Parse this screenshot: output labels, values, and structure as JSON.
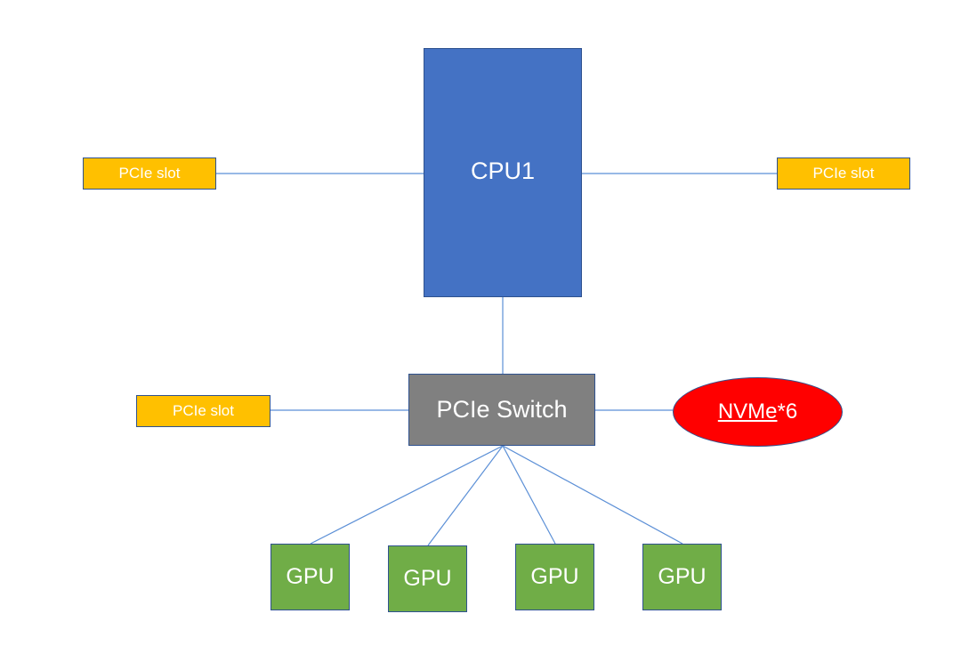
{
  "nodes": {
    "cpu": {
      "label": "CPU1"
    },
    "slot_left_top": {
      "label": "PCIe slot"
    },
    "slot_right_top": {
      "label": "PCIe slot"
    },
    "slot_left_mid": {
      "label": "PCIe slot"
    },
    "switch": {
      "label": "PCIe Switch"
    },
    "nvme": {
      "label_main": "NVMe",
      "label_suffix": "*6"
    },
    "gpus": [
      {
        "label": "GPU"
      },
      {
        "label": "GPU"
      },
      {
        "label": "GPU"
      },
      {
        "label": "GPU"
      }
    ]
  },
  "colors": {
    "cpu": "#4472c4",
    "pcie_slot": "#ffc000",
    "switch": "#808080",
    "nvme": "#ff0000",
    "gpu": "#70ad47",
    "link": "#5b8fd6"
  }
}
